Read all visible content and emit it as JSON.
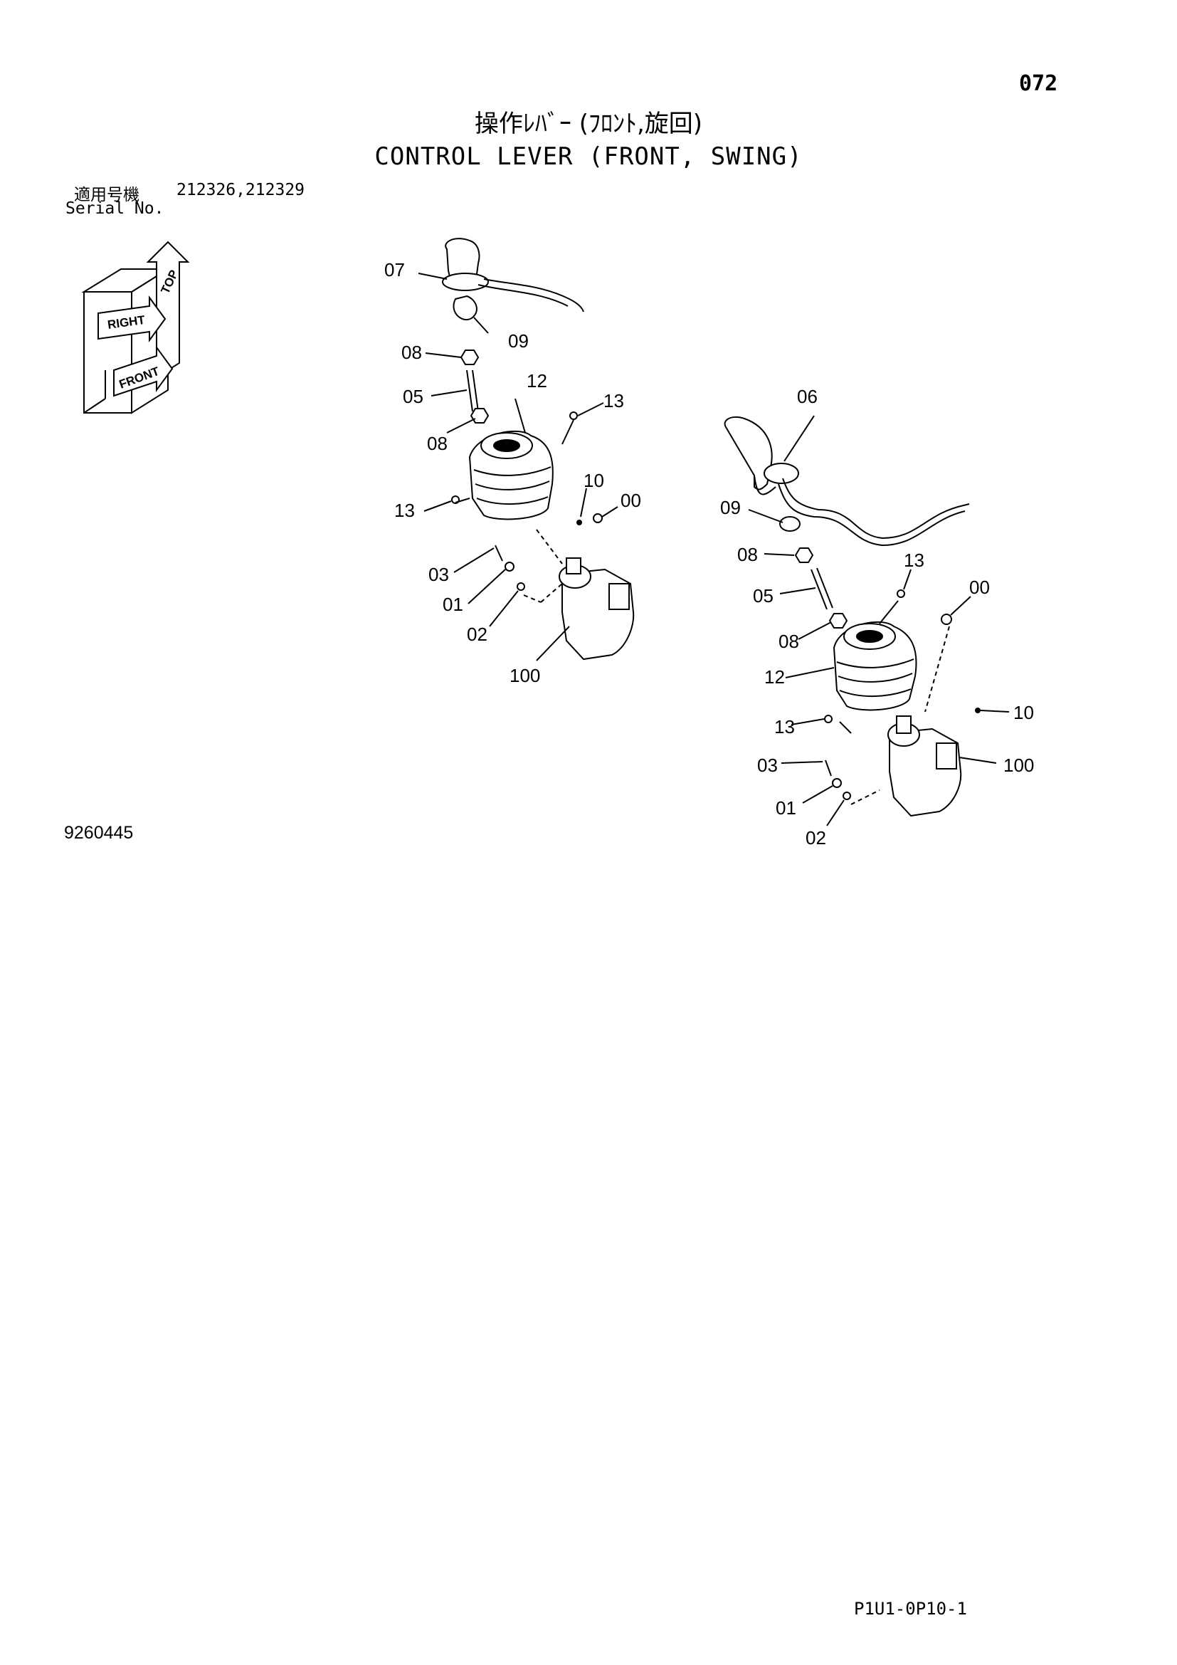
{
  "page": {
    "number": "072",
    "title_jp": "操作ﾚﾊﾞｰ (ﾌﾛﾝﾄ,旋回)",
    "title_en": "CONTROL LEVER (FRONT, SWING)",
    "serial_label_jp": "適用号機",
    "serial_numbers": "212326,212329",
    "serial_label_en": "Serial No.",
    "drawing_number": "9260445",
    "footer_code": "P1U1-0P10-1"
  },
  "orientation_cube": {
    "labels": [
      "TOP",
      "RIGHT",
      "FRONT"
    ]
  },
  "diagram": {
    "left_assembly_callouts": [
      "07",
      "09",
      "08",
      "05",
      "12",
      "13",
      "08",
      "13",
      "10",
      "00",
      "03",
      "01",
      "02",
      "100"
    ],
    "right_assembly_callouts": [
      "06",
      "09",
      "08",
      "13",
      "05",
      "00",
      "08",
      "12",
      "13",
      "10",
      "03",
      "100",
      "01",
      "02"
    ]
  }
}
